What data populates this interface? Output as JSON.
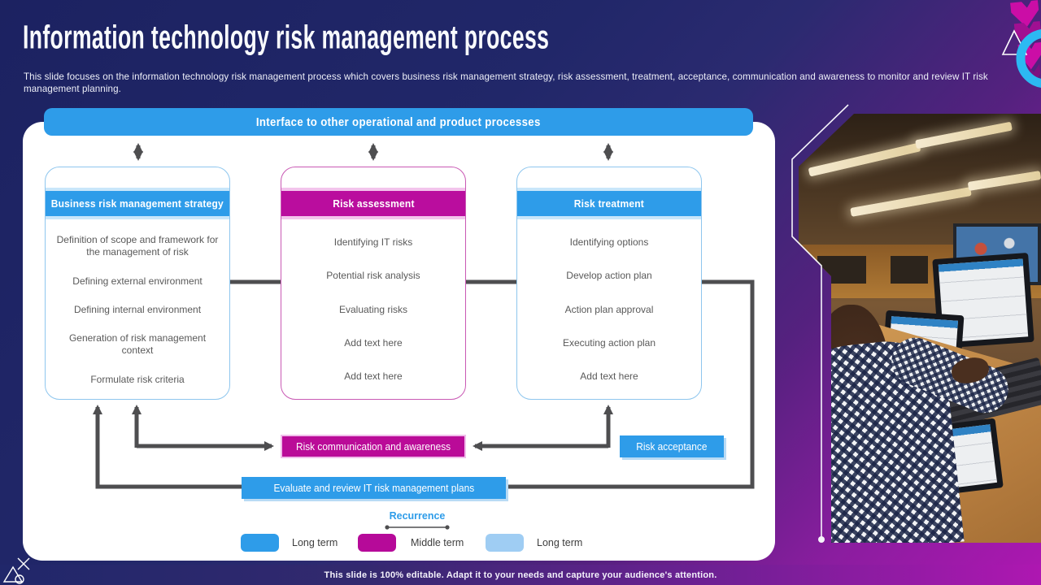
{
  "slide": {
    "title": "Information technology risk management process",
    "subtitle": "This slide focuses on the information technology risk management process which covers business risk management strategy, risk assessment, treatment, acceptance, communication and awareness to monitor and review IT risk management planning.",
    "footer": "This slide is 100% editable. Adapt it to your needs and capture your audience's attention."
  },
  "banner": {
    "label": "Interface to other operational and product processes"
  },
  "cards": [
    {
      "header": "Business risk management strategy",
      "accent": "#2e9ce9",
      "items": [
        "Definition of scope and framework for the management of risk",
        "Defining external environment",
        "Defining internal environment",
        "Generation of risk management context",
        "Formulate risk criteria"
      ]
    },
    {
      "header": "Risk assessment",
      "accent": "#ba0d9e",
      "items": [
        "Identifying IT risks",
        "Potential risk analysis",
        "Evaluating risks",
        "Add text here",
        "Add text here"
      ]
    },
    {
      "header": "Risk treatment",
      "accent": "#2e9ce9",
      "items": [
        "Identifying options",
        "Develop action plan",
        "Action plan approval",
        "Executing action plan",
        "Add text here"
      ]
    }
  ],
  "boxes": {
    "communication": "Risk communication and awareness",
    "acceptance": "Risk acceptance",
    "evaluate": "Evaluate and review IT risk management plans"
  },
  "recurrence_label": "Recurrence",
  "legend": [
    {
      "label": "Long term",
      "color": "#2e9ce9"
    },
    {
      "label": "Middle term",
      "color": "#b60a99"
    },
    {
      "label": "Long term",
      "color": "#9fcdf3"
    }
  ],
  "colors": {
    "accent_blue": "#2e9ce9",
    "accent_magenta": "#ba0b98",
    "light_blue": "#9fcdf3",
    "arrow_gray": "#4e4e50",
    "bg_navy": "#1c2261",
    "bg_magenta": "#ae17b1"
  }
}
